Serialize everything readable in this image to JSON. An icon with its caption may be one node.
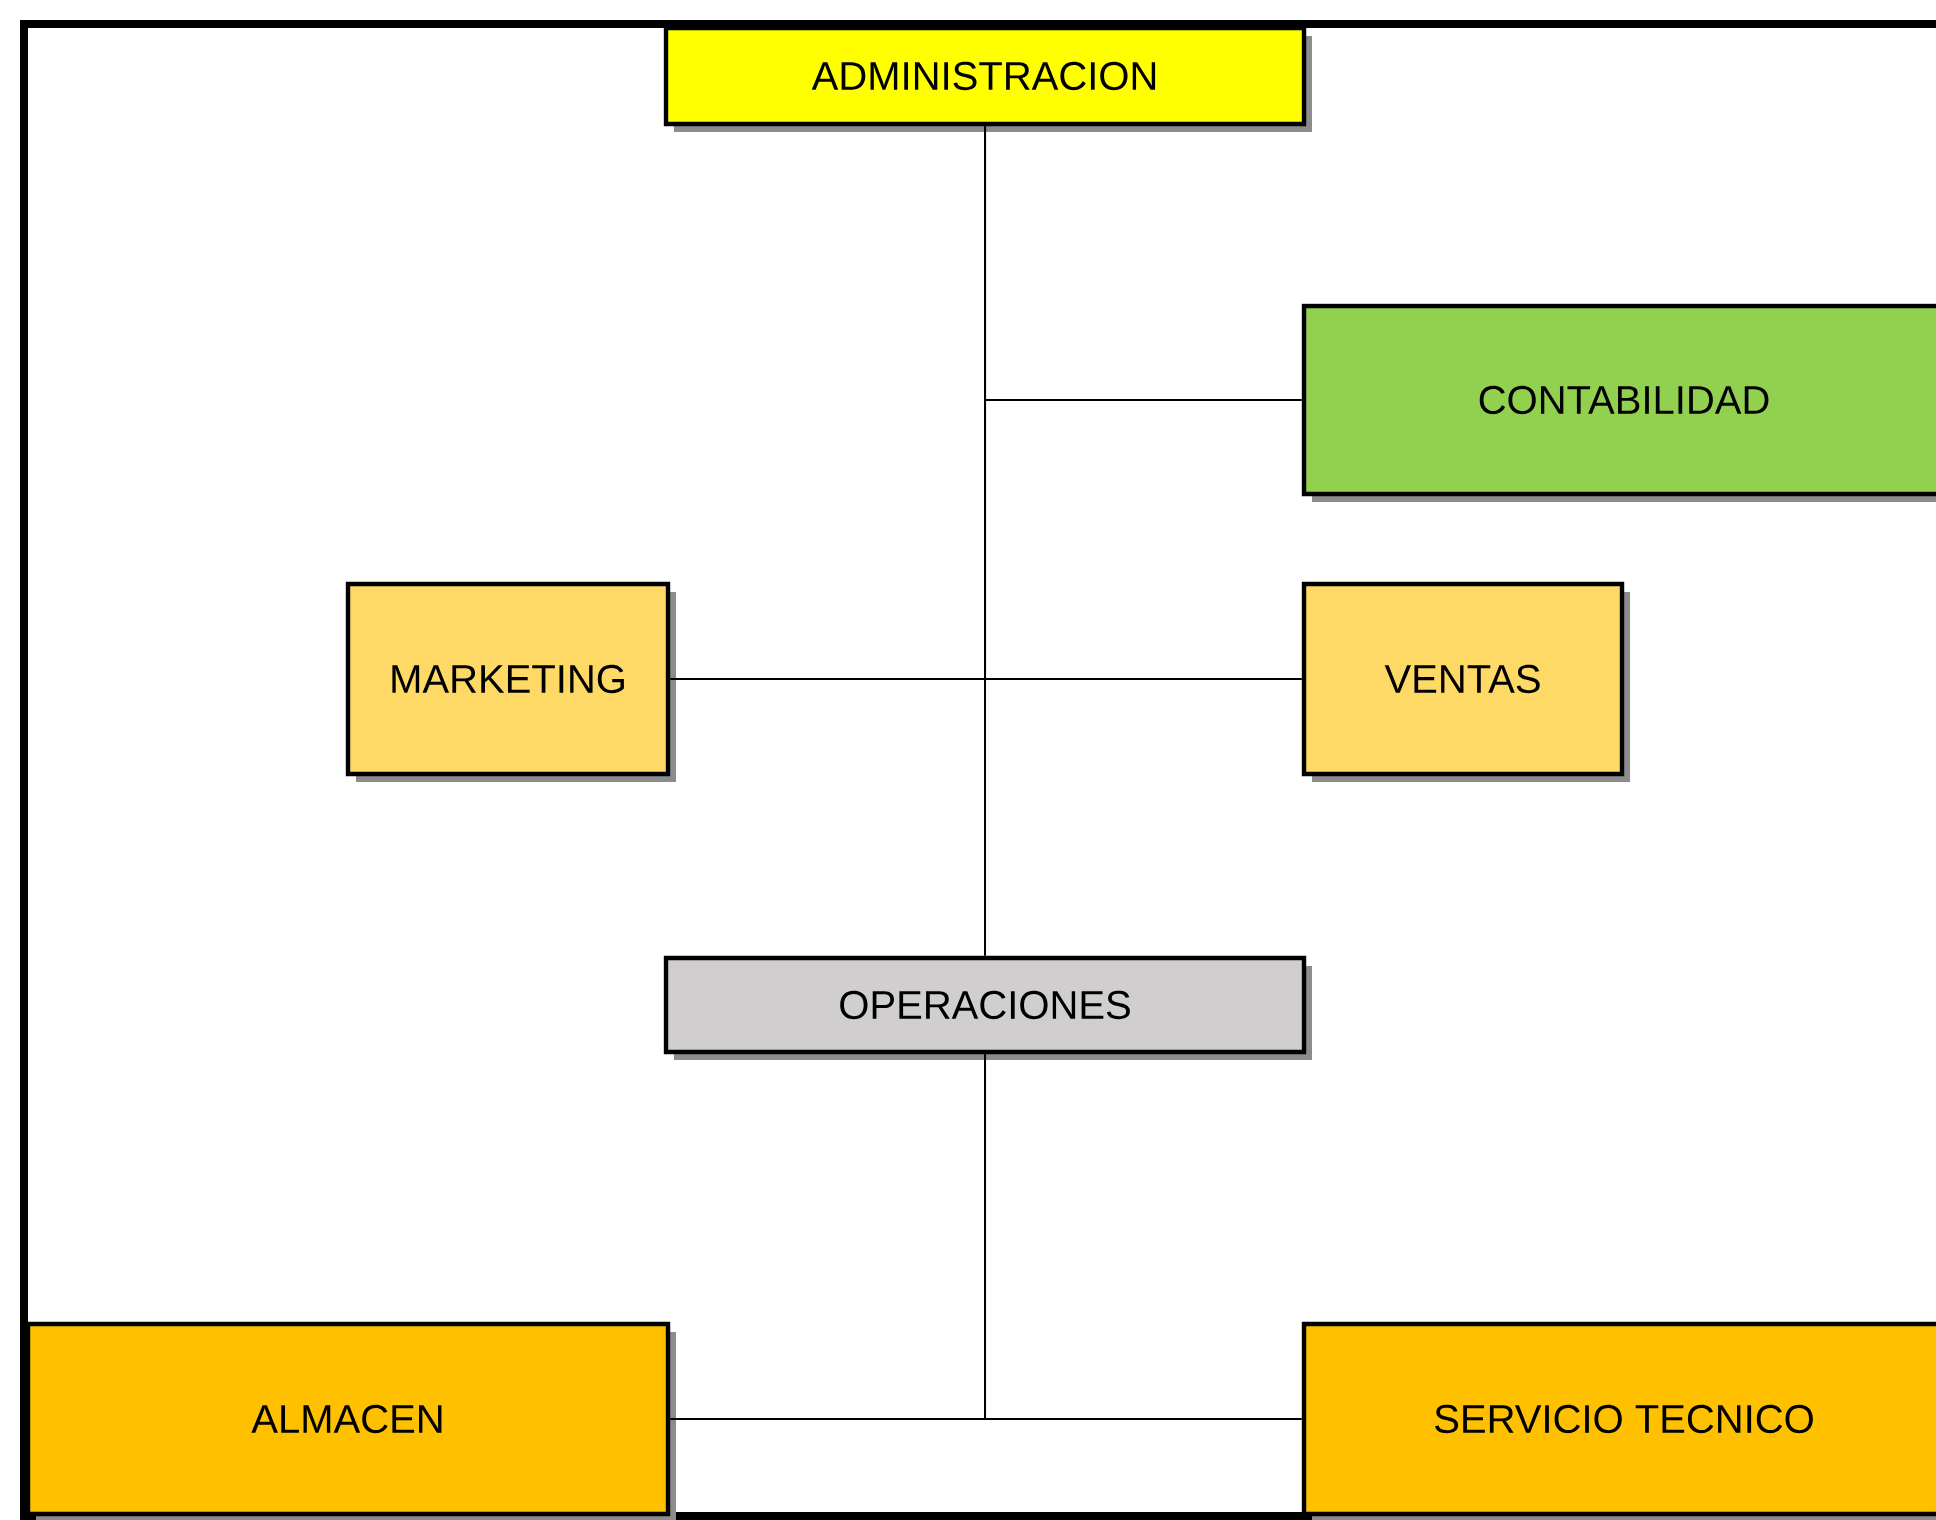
{
  "diagram": {
    "nodes": [
      {
        "text": [
          "ADMINISTRACION"
        ]
      },
      {
        "text": [
          "CONTABILIDAD"
        ]
      },
      {
        "text": [
          "MARKETING"
        ]
      },
      {
        "text": [
          "VENTAS"
        ]
      },
      {
        "text": [
          "OPERACIONES"
        ]
      },
      {
        "text": [
          "ALMACEN"
        ]
      },
      {
        "text": [
          "SERVICIO TECNICO"
        ]
      }
    ],
    "edges": [
      {
        "from": 0,
        "to": 1,
        "arrow": "none"
      },
      {
        "from": 0,
        "to": 2,
        "arrow": "none"
      },
      {
        "from": 0,
        "to": 3,
        "arrow": "none"
      },
      {
        "from": 0,
        "to": 4,
        "arrow": "none"
      },
      {
        "from": 4,
        "to": 5,
        "arrow": "none"
      },
      {
        "from": 4,
        "to": 6,
        "arrow": "none"
      }
    ]
  }
}
